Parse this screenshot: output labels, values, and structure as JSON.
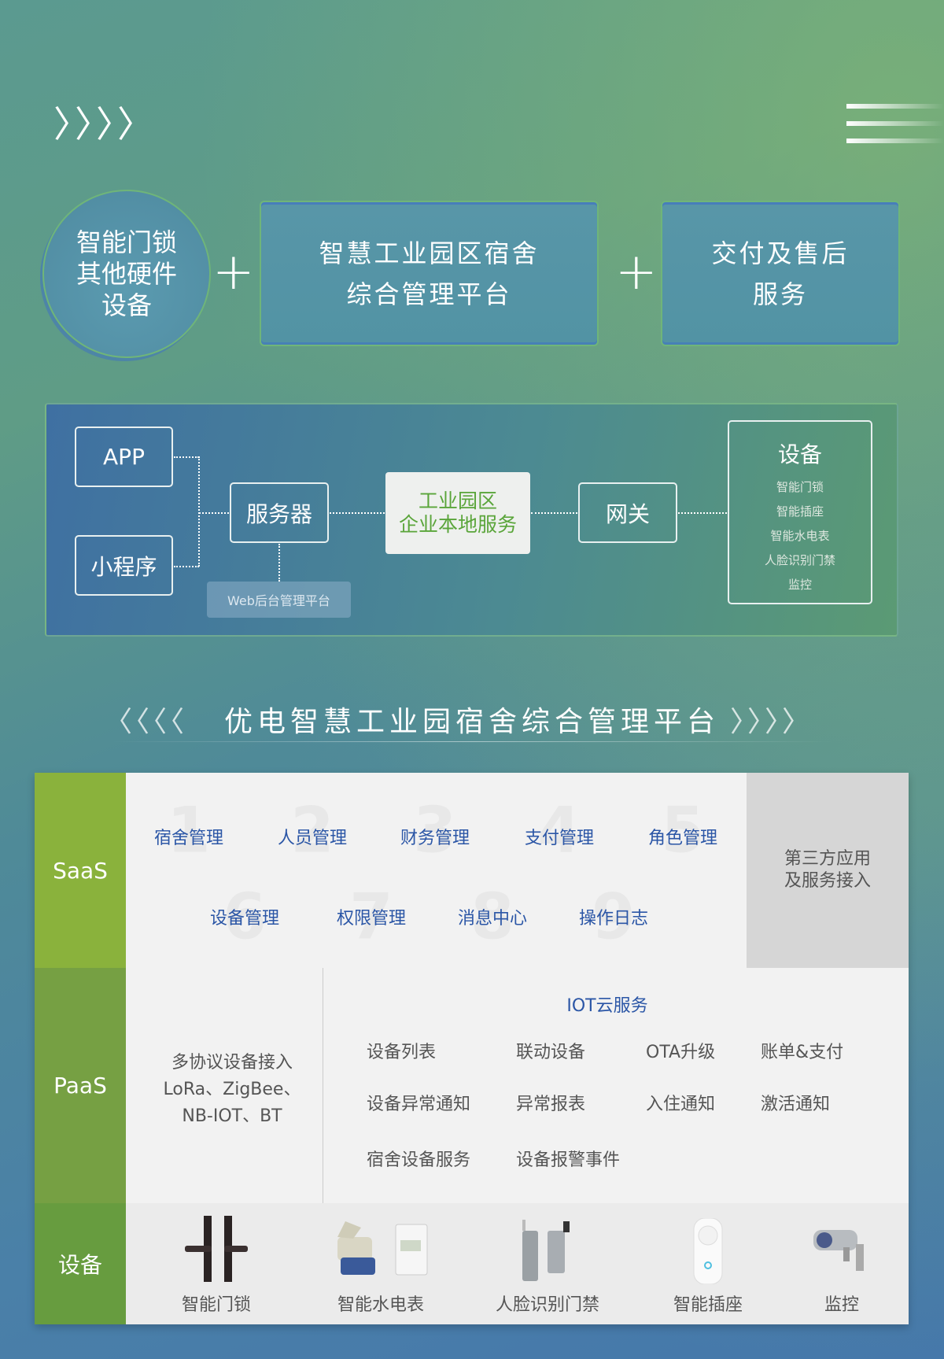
{
  "header": {
    "chevrons": "〉〉〉〉"
  },
  "top": {
    "circle_lines": [
      "智能门锁",
      "其他硬件",
      "设备"
    ],
    "plus": "+",
    "platform_lines": [
      "智慧工业园区宿舍",
      "综合管理平台"
    ],
    "service_lines": [
      "交付及售后",
      "服务"
    ]
  },
  "diagram": {
    "app": "APP",
    "mini": "小程序",
    "server": "服务器",
    "web": "Web后台管理平台",
    "center_lines": [
      "工业园区",
      "企业本地服务"
    ],
    "gateway": "网关",
    "devices_title": "设备",
    "devices": [
      "智能门锁",
      "智能插座",
      "智能水电表",
      "人脸识别门禁",
      "监控"
    ]
  },
  "section": {
    "title": "优电智慧工业园宿舍综合管理平台",
    "left_chev": "〈〈〈〈",
    "right_chev": "〉〉〉〉"
  },
  "saas": {
    "label": "SaaS",
    "row1": [
      "宿舍管理",
      "人员管理",
      "财务管理",
      "支付管理",
      "角色管理"
    ],
    "row2": [
      "设备管理",
      "权限管理",
      "消息中心",
      "操作日志"
    ],
    "digits": [
      "1",
      "2",
      "3",
      "4",
      "5",
      "6",
      "7",
      "8",
      "9"
    ],
    "third_party_lines": [
      "第三方应用",
      "及服务接入"
    ]
  },
  "paas": {
    "label": "PaaS",
    "protocol_lines": [
      "多协议设备接入",
      "LoRa、ZigBee、",
      "NB-IOT、BT"
    ],
    "iot_title": "IOT云服务",
    "items": [
      "设备列表",
      "联动设备",
      "OTA升级",
      "账单&支付",
      "设备异常通知",
      "异常报表",
      "入住通知",
      "激活通知",
      "宿舍设备服务",
      "设备报警事件"
    ]
  },
  "devices_row": {
    "label": "设备",
    "items": [
      "智能门锁",
      "智能水电表",
      "人脸识别门禁",
      "智能插座",
      "监控"
    ]
  },
  "colors": {
    "saas_green": "#8ab23c",
    "paas_green": "#76a043",
    "device_green": "#679c3f",
    "blue_text": "#2b56a6",
    "center_green": "#5aa53a"
  }
}
